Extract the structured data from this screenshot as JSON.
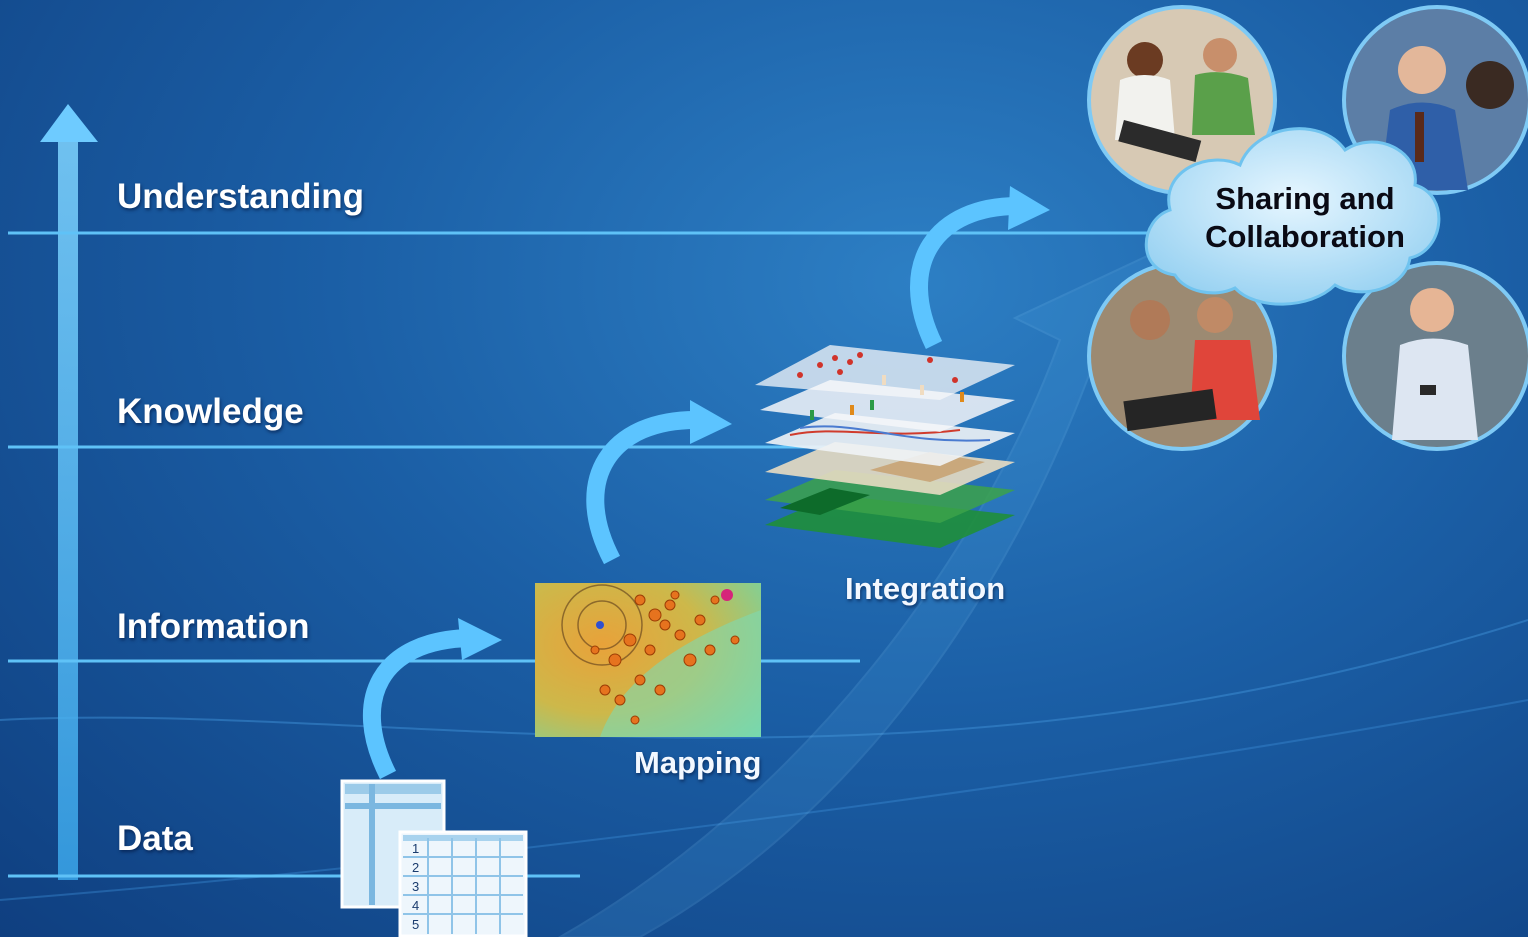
{
  "levels": {
    "understanding": "Understanding",
    "knowledge": "Knowledge",
    "information": "Information",
    "data": "Data"
  },
  "stages": {
    "mapping": "Mapping",
    "integration": "Integration",
    "sharing_line1": "Sharing and",
    "sharing_line2": "Collaboration"
  },
  "table_icon": {
    "row_numbers": [
      "1",
      "2",
      "3",
      "4",
      "5"
    ]
  },
  "colors": {
    "accent": "#57bdf5",
    "background": "#1b5fa6",
    "cloud": "#bfe6f8"
  }
}
